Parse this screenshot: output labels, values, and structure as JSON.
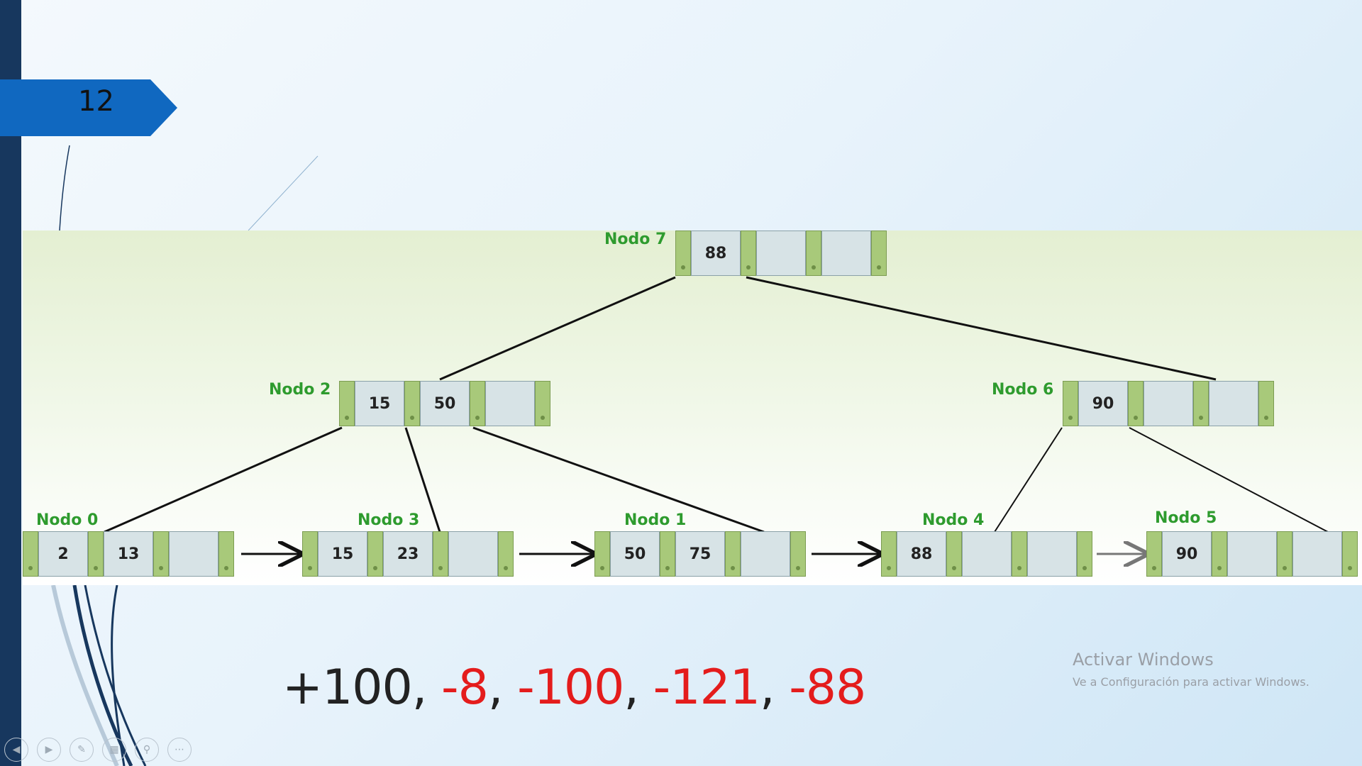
{
  "slide": {
    "number": "12"
  },
  "tree": {
    "nodes": [
      {
        "label": "Nodo 7",
        "keys": [
          "88",
          "",
          ""
        ]
      },
      {
        "label": "Nodo 2",
        "keys": [
          "15",
          "50",
          ""
        ]
      },
      {
        "label": "Nodo 6",
        "keys": [
          "90",
          "",
          ""
        ]
      },
      {
        "label": "Nodo 0",
        "keys": [
          "2",
          "13",
          ""
        ]
      },
      {
        "label": "Nodo 3",
        "keys": [
          "15",
          "23",
          ""
        ]
      },
      {
        "label": "Nodo 1",
        "keys": [
          "50",
          "75",
          ""
        ]
      },
      {
        "label": "Nodo 4",
        "keys": [
          "88",
          "",
          ""
        ]
      },
      {
        "label": "Nodo 5",
        "keys": [
          "90",
          "",
          ""
        ]
      }
    ]
  },
  "operations": {
    "items": [
      "+100",
      "-8",
      "-100",
      "-121",
      "-88"
    ],
    "separator": ",",
    "colors": {
      "insert": "#222222",
      "delete": "#e41c1c"
    }
  },
  "watermark": {
    "title": "Activar Windows",
    "subtitle": "Ve a Configuración para activar Windows."
  },
  "controls": [
    "previous-icon",
    "next-icon",
    "pen-icon",
    "slides-grid-icon",
    "zoom-icon",
    "more-icon"
  ],
  "colors": {
    "left_bar": "#17375e",
    "slide_tab": "#1068c0",
    "node_label": "#2e9b2e",
    "pointer_cell": "#a8c97a",
    "key_cell": "#d7e3e6"
  }
}
